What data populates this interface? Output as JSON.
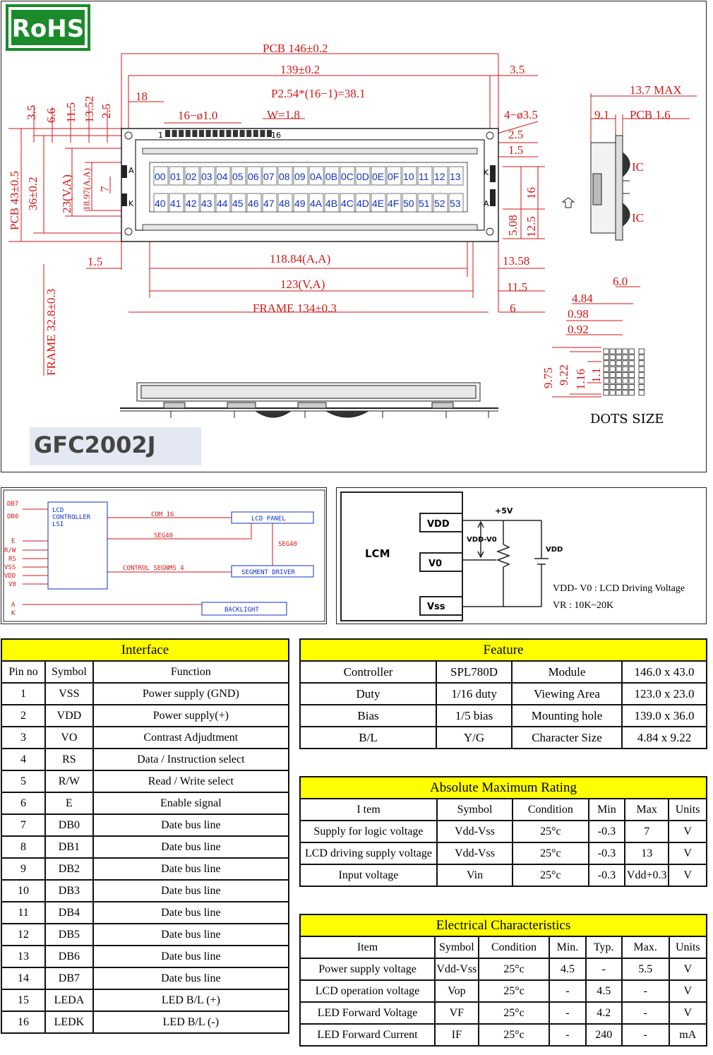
{
  "drawing": {
    "rohs": "RoHS",
    "model": "GFC2002J",
    "dims": {
      "pcb_w": "PCB 146±0.2",
      "hole_w": "139±0.2",
      "d35": "3.5",
      "d18": "18",
      "pitch": "P2.54*(16−1)=38.1",
      "pins": "16−ø1.0",
      "w18": "W=1.8",
      "holes": "4−ø3.5",
      "d25": "2.5",
      "d15": "1.5",
      "pcb_h": "PCB 43±0.5",
      "hole_h": "36±0.2",
      "va_h": "23(V,A)",
      "aa_h": "18.97(A,A)",
      "d7": "7",
      "left_35": "3.5",
      "left_66": "6.6",
      "left_115": "11.5",
      "left_1352": "13.52",
      "left_25": "2.5",
      "aa_w": "118.84(A,A)",
      "va_w": "123(V,A)",
      "frame_w": "FRAME 134±0.3",
      "frame_h": "FRAME 32.8±0.3",
      "d15b": "1.5",
      "r1358": "13.58",
      "r115": "11.5",
      "r6": "6",
      "r16": "16",
      "r508": "5.08",
      "r125": "12.5",
      "side_max": "13.7 MAX",
      "side_91": "9.1",
      "side_pcb": "PCB 1.6",
      "ic": "IC",
      "dot_60": "6.0",
      "dot_484": "4.84",
      "dot_098": "0.98",
      "dot_092": "0.92",
      "dot_975": "9.75",
      "dot_922": "9.22",
      "dot_116": "1.16",
      "dot_11": "1.1",
      "dots_size": "DOTS SIZE",
      "pin1": "1",
      "pin16": "16",
      "A": "A",
      "K": "K"
    },
    "row1": [
      "00",
      "01",
      "02",
      "03",
      "04",
      "05",
      "06",
      "07",
      "08",
      "09",
      "0A",
      "0B",
      "0C",
      "0D",
      "0E",
      "0F",
      "10",
      "11",
      "12",
      "13"
    ],
    "row2": [
      "40",
      "41",
      "42",
      "43",
      "44",
      "45",
      "46",
      "47",
      "48",
      "49",
      "4A",
      "4B",
      "4C",
      "4D",
      "4E",
      "4F",
      "50",
      "51",
      "52",
      "53"
    ]
  },
  "block": {
    "inputs": [
      "DB7",
      "DB0",
      "E",
      "R/W",
      "RS",
      "VSS",
      "VDD",
      "V0",
      "A",
      "K"
    ],
    "controller": [
      "LCD",
      "CONTROLLER",
      "LSI"
    ],
    "com16": "COM 16",
    "seg40": "SEG40",
    "seg40b": "SEG40",
    "control": "CONTROL SEGNMS 4",
    "lcd_panel": "LCD PANEL",
    "segment_driver": "SEGMENT DRIVER",
    "backlight": "BACKLIGHT"
  },
  "circuit": {
    "lcm": "LCM",
    "vdd": "VDD",
    "v0": "V0",
    "vss": "Vss",
    "plus5": "+5V",
    "vdd_v0": "VDD-V0",
    "vdd_right": "VDD",
    "note1": "VDD- V0 : LCD Driving Voltage",
    "note2": "VR        : 10K~20K"
  },
  "interface": {
    "title": "Interface",
    "headers": [
      "Pin no",
      "Symbol",
      "Function"
    ],
    "rows": [
      [
        "1",
        "VSS",
        "Power supply (GND)"
      ],
      [
        "2",
        "VDD",
        "Power supply(+)"
      ],
      [
        "3",
        "VO",
        "Contrast  Adjudtment"
      ],
      [
        "4",
        "RS",
        "Data / Instruction select"
      ],
      [
        "5",
        "R/W",
        "Read / Write select"
      ],
      [
        "6",
        "E",
        "Enable signal"
      ],
      [
        "7",
        "DB0",
        "Date bus line"
      ],
      [
        "8",
        "DB1",
        "Date bus line"
      ],
      [
        "9",
        "DB2",
        "Date bus line"
      ],
      [
        "10",
        "DB3",
        "Date bus line"
      ],
      [
        "11",
        "DB4",
        "Date bus line"
      ],
      [
        "12",
        "DB5",
        "Date bus line"
      ],
      [
        "13",
        "DB6",
        "Date bus line"
      ],
      [
        "14",
        "DB7",
        "Date bus line"
      ],
      [
        "15",
        "LEDA",
        "LED B/L (+)"
      ],
      [
        "16",
        "LEDK",
        "LED B/L (-)"
      ]
    ]
  },
  "feature": {
    "title": "Feature",
    "rows": [
      [
        "Controller",
        "SPL780D",
        "Module",
        "146.0 x 43.0"
      ],
      [
        "Duty",
        "1/16 duty",
        "Viewing Area",
        "123.0 x 23.0"
      ],
      [
        "Bias",
        "1/5 bias",
        "Mounting hole",
        "139.0 x 36.0"
      ],
      [
        "B/L",
        "Y/G",
        "Character Size",
        "4.84 x 9.22"
      ]
    ]
  },
  "amr": {
    "title": "Absolute Maximum Rating",
    "headers": [
      "I tem",
      "Symbol",
      "Condition",
      "Min",
      "Max",
      "Units"
    ],
    "rows": [
      [
        "Supply for logic voltage",
        "Vdd-Vss",
        "25°c",
        "-0.3",
        "7",
        "V"
      ],
      [
        "LCD driving supply voltage",
        "Vdd-Vss",
        "25°c",
        "-0.3",
        "13",
        "V"
      ],
      [
        "Input voltage",
        "Vin",
        "25°c",
        "-0.3",
        "Vdd+0.3",
        "V"
      ]
    ]
  },
  "elec": {
    "title": "Electrical Characteristics",
    "headers": [
      "Item",
      "Symbol",
      "Condition",
      "Min.",
      "Typ.",
      "Max.",
      "Units"
    ],
    "rows": [
      [
        "Power supply voltage",
        "Vdd-Vss",
        "25°c",
        "4.5",
        "-",
        "5.5",
        "V"
      ],
      [
        "LCD operation voltage",
        "Vop",
        "25°c",
        "-",
        "4.5",
        "-",
        "V"
      ],
      [
        "LED Forward Voltage",
        "VF",
        "25°c",
        "-",
        "4.2",
        "-",
        "V"
      ],
      [
        "LED Forward Current",
        "IF",
        "25°c",
        "-",
        "240",
        "-",
        "mA"
      ]
    ]
  }
}
